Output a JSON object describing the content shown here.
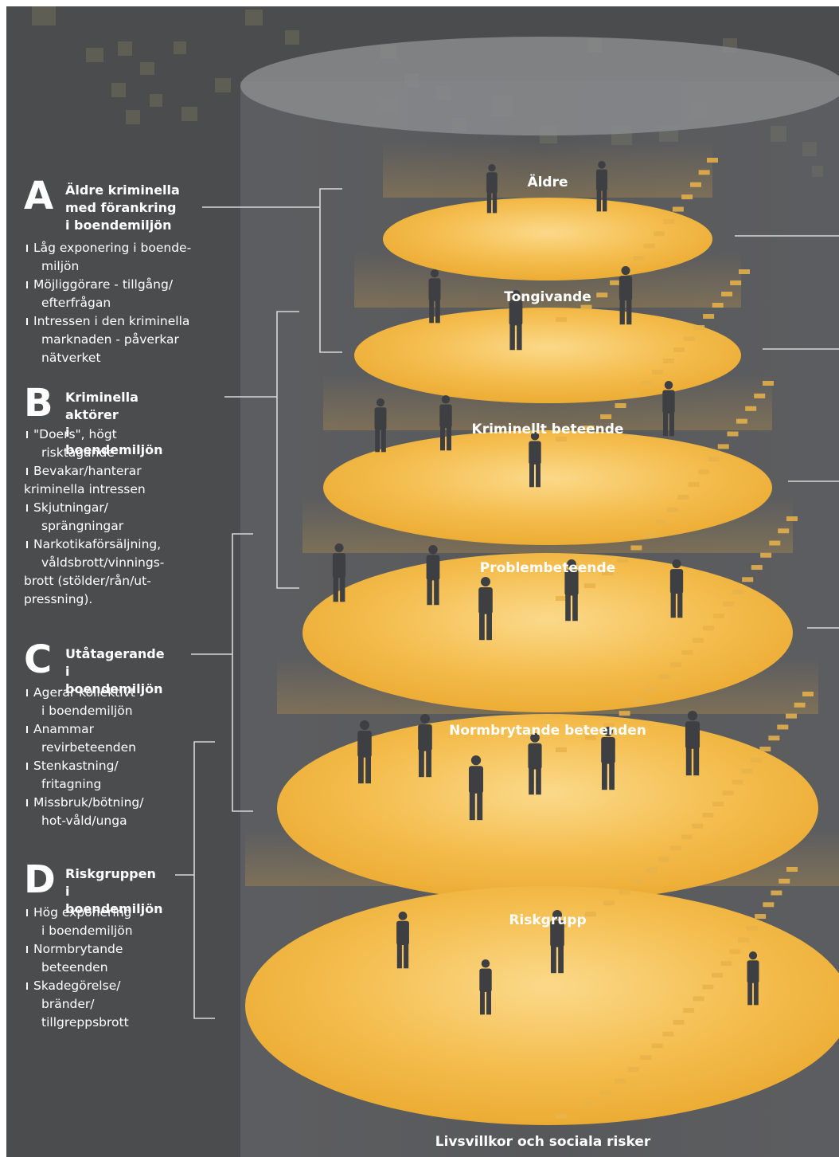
{
  "levels": [
    {
      "label": "Äldre"
    },
    {
      "label": "Tongivande"
    },
    {
      "label": "Kriminellt beteende"
    },
    {
      "label": "Problembeteende"
    },
    {
      "label": "Normbrytande beteenden"
    },
    {
      "label": "Riskgrupp"
    }
  ],
  "bottom_label": "Livsvillkor och sociala risker",
  "sections": [
    {
      "letter": "A",
      "title": [
        "Äldre kriminella",
        "med förankring",
        "i boendemiljön"
      ],
      "items": [
        {
          "lines": [
            "Låg exponering i boende-",
            "miljön"
          ]
        },
        {
          "lines": [
            "Möjliggörare - tillgång/",
            "efterfrågan"
          ]
        },
        {
          "lines": [
            "Intressen i den kriminella",
            "marknaden - påverkar",
            "nätverket"
          ]
        }
      ]
    },
    {
      "letter": "B",
      "title": [
        "Kriminella aktörer",
        "i boendemiljön"
      ],
      "items": [
        {
          "lines": [
            "\"Doers\", högt",
            "risktagande"
          ]
        },
        {
          "lines": [
            "Bevakar/hanterar",
            "kriminella intressen"
          ]
        },
        {
          "lines": [
            "Skjutningar/",
            "sprängningar"
          ]
        },
        {
          "lines": [
            "Narkotikaförsäljning,",
            "våldsbrott/vinnings-",
            "brott (stölder/rån/ut-",
            "pressning)."
          ]
        }
      ]
    },
    {
      "letter": "C",
      "title": [
        "Utåtagerande",
        "i boendemiljön"
      ],
      "items": [
        {
          "lines": [
            "Agerar kollektivt",
            "i boendemiljön"
          ]
        },
        {
          "lines": [
            "Anammar",
            "revirbeteenden"
          ]
        },
        {
          "lines": [
            "Stenkastning/",
            "fritagning"
          ]
        },
        {
          "lines": [
            "Missbruk/bötning/",
            "hot-våld/unga"
          ]
        }
      ]
    },
    {
      "letter": "D",
      "title": [
        "Riskgruppen",
        "i boendemiljön"
      ],
      "items": [
        {
          "lines": [
            "Hög exponering",
            "i boendemiljön"
          ]
        },
        {
          "lines": [
            "Normbrytande",
            "beteenden"
          ]
        },
        {
          "lines": [
            "Skadegörelse/",
            "bränder/",
            "tillgreppsbrott"
          ]
        }
      ]
    }
  ],
  "colors": {
    "background": "#4b4c4e",
    "disc": "#f2b440",
    "disc_light": "#fbd98a",
    "silhouette": "#3e3f42",
    "text": "#ffffff"
  }
}
